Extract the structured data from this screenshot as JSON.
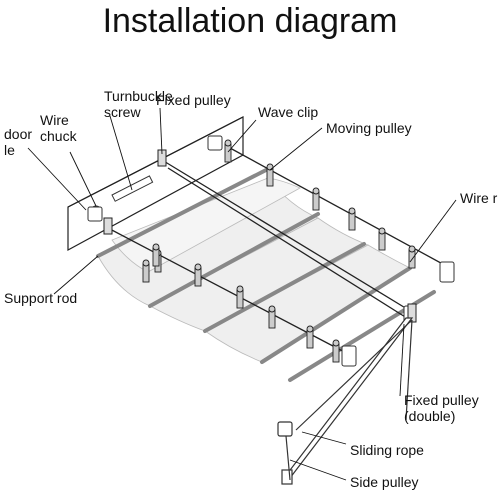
{
  "title": "Installation diagram",
  "labels": {
    "door": "door",
    "door_sub": "le",
    "wire_chuck": "Wire\nchuck",
    "turnbuckle": "Turnbuckle\nscrew",
    "fixed_pulley": "Fixed pulley",
    "wave_clip": "Wave clip",
    "moving_pulley": "Moving pulley",
    "wire_rope": "Wire r",
    "support_rod": "Support rod",
    "fixed_pulley_double": "Fixed pulley\n(double)",
    "sliding_rope": "Sliding rope",
    "side_pulley": "Side pulley"
  }
}
